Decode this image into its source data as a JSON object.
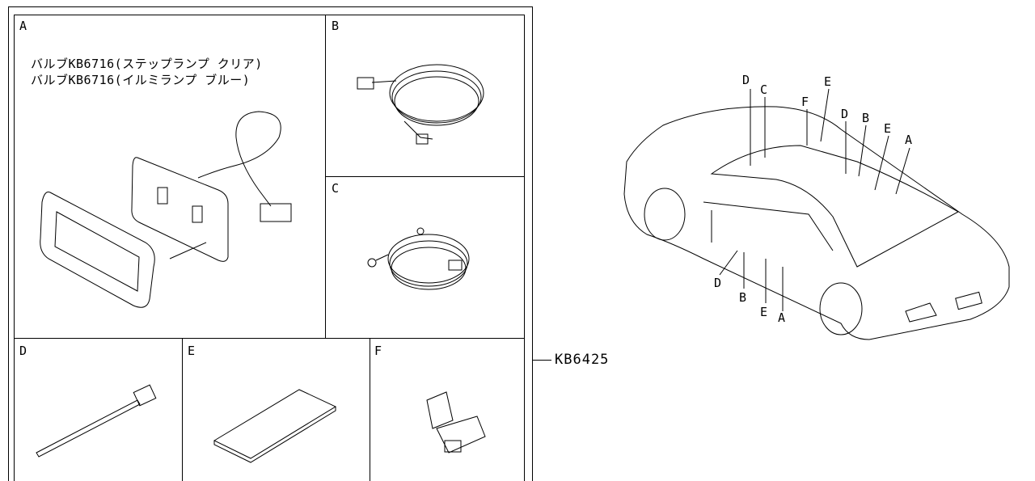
{
  "panels": {
    "a": {
      "letter": "A",
      "notes": [
        "バルブKB6716(ステップランプ クリア)",
        "バルブKB6716(イルミランプ ブルー)"
      ]
    },
    "b": {
      "letter": "B"
    },
    "c": {
      "letter": "C"
    },
    "d": {
      "letter": "D"
    },
    "e": {
      "letter": "E"
    },
    "f": {
      "letter": "F"
    }
  },
  "kit_part_number": "KB6425",
  "car_callouts": {
    "roof": [
      "D",
      "C",
      "E",
      "F",
      "D",
      "B",
      "E",
      "A"
    ],
    "door": [
      "D",
      "B",
      "E",
      "A"
    ]
  }
}
